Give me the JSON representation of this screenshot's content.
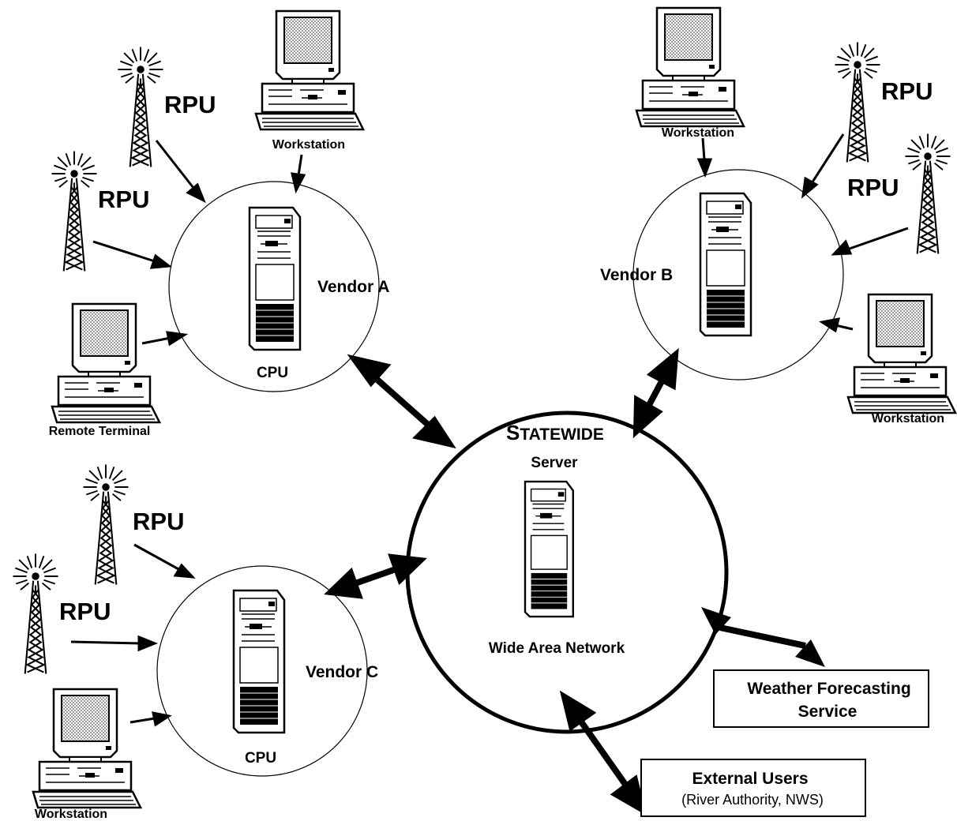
{
  "colors": {
    "ink": "#000000",
    "paper": "#ffffff",
    "screen": "#c8c8c8"
  },
  "labels": {
    "rpu": "RPU",
    "workstation": "Workstation",
    "remote_terminal": "Remote Terminal",
    "cpu": "CPU",
    "vendor_a": "Vendor A",
    "vendor_b": "Vendor B",
    "vendor_c": "Vendor C",
    "statewide_first": "S",
    "statewide_rest": "TATEWIDE",
    "server": "Server",
    "wan": "Wide Area Network",
    "weather_line1": "Weather Forecasting",
    "weather_line2": "Service",
    "external_line1": "External Users",
    "external_line2": "(River Authority, NWS)"
  },
  "icons": [
    "radio-tower-icon",
    "computer-icon",
    "server-tower-icon"
  ]
}
